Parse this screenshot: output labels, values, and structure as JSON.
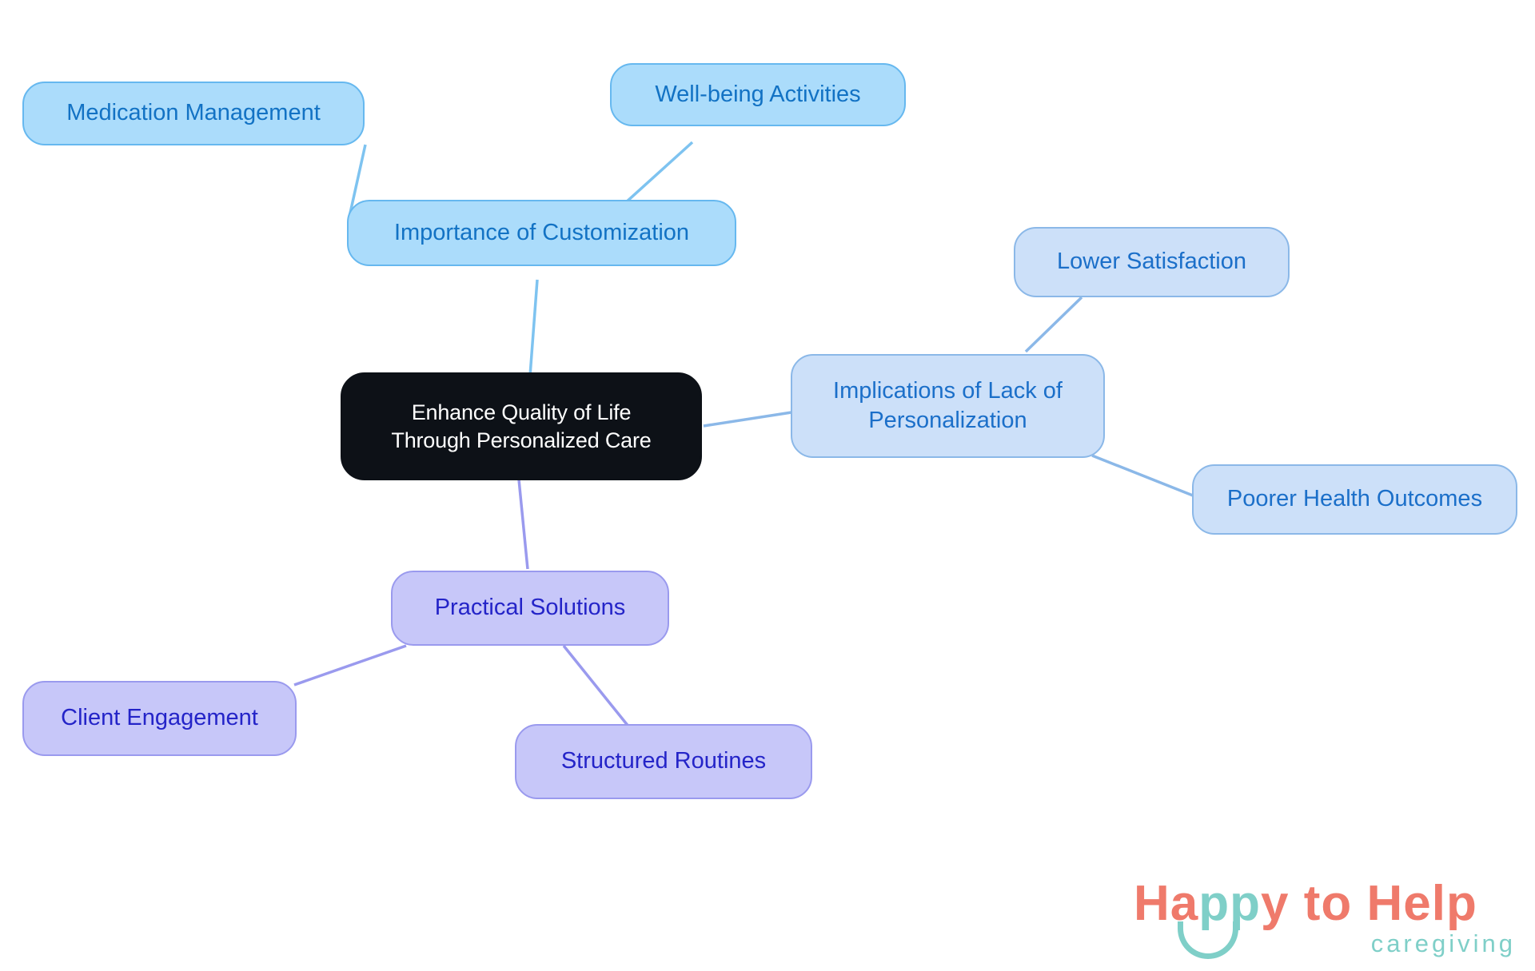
{
  "diagram": {
    "type": "mind-map",
    "title": "Enhance Quality of Life Through Personalized Care",
    "background_color": "#ffffff",
    "palettes": {
      "root": {
        "fill": "#0d1117",
        "border": "#0d1117",
        "text": "#ffffff"
      },
      "blue_a": {
        "fill": "#abdcfb",
        "border": "#66b8ef",
        "text": "#1272c4",
        "edge": "#7ec3f0"
      },
      "blue_b": {
        "fill": "#cce0f9",
        "border": "#8bb8e8",
        "text": "#1b6fc9",
        "edge": "#8bb8e8"
      },
      "purple": {
        "fill": "#c7c7f9",
        "border": "#9a9aee",
        "text": "#2424c8",
        "edge": "#9a9aee"
      }
    },
    "nodes": [
      {
        "id": "root",
        "label": "Enhance Quality of Life\nThrough Personalized Care"
      },
      {
        "id": "imp",
        "label": "Importance of Customization"
      },
      {
        "id": "med",
        "label": "Medication Management"
      },
      {
        "id": "well",
        "label": "Well-being Activities"
      },
      {
        "id": "lack",
        "label": "Implications of Lack of\nPersonalization"
      },
      {
        "id": "lowsat",
        "label": "Lower Satisfaction"
      },
      {
        "id": "poor",
        "label": "Poorer Health Outcomes"
      },
      {
        "id": "prac",
        "label": "Practical Solutions"
      },
      {
        "id": "client",
        "label": "Client Engagement"
      },
      {
        "id": "struct",
        "label": "Structured Routines"
      }
    ],
    "edges": [
      {
        "from": "root",
        "to": "imp"
      },
      {
        "from": "imp",
        "to": "med"
      },
      {
        "from": "imp",
        "to": "well"
      },
      {
        "from": "root",
        "to": "lack"
      },
      {
        "from": "lack",
        "to": "lowsat"
      },
      {
        "from": "lack",
        "to": "poor"
      },
      {
        "from": "root",
        "to": "prac"
      },
      {
        "from": "prac",
        "to": "client"
      },
      {
        "from": "prac",
        "to": "struct"
      }
    ]
  },
  "logo": {
    "word_part1": "Ha",
    "word_part2": "pp",
    "word_part3": "y to Help",
    "subtitle": "caregiving",
    "coral": "#ef7a6b",
    "teal": "#7fcfc8"
  }
}
